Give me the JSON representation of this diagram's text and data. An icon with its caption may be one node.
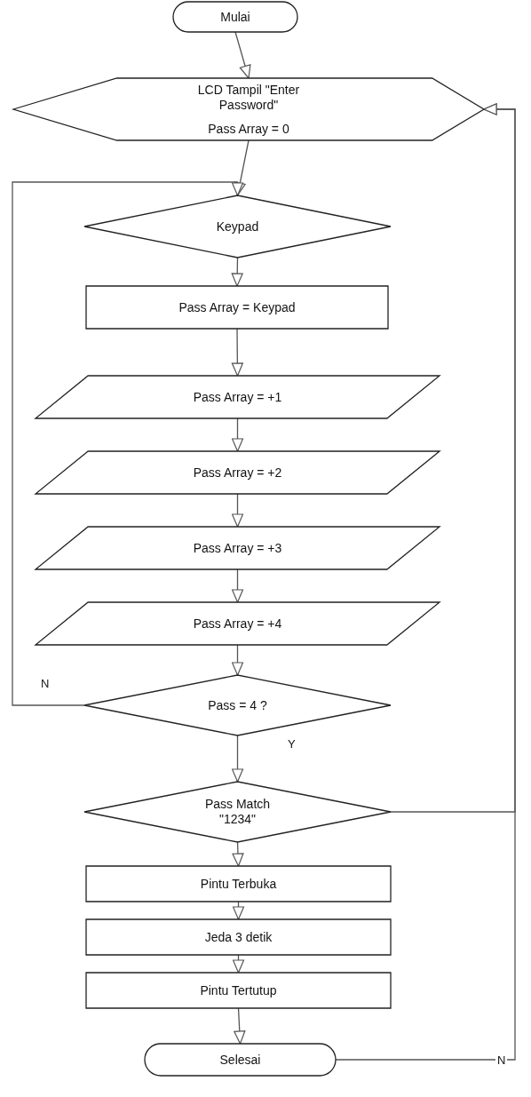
{
  "diagram": {
    "nodes": [
      {
        "text": [
          "Mulai"
        ]
      },
      {
        "text": [
          "LCD Tampil \"Enter Password\"",
          "Pass Array = 0"
        ]
      },
      {
        "text": [
          "Keypad"
        ]
      },
      {
        "text": [
          "Pass Array = Keypad"
        ]
      },
      {
        "text": [
          "Pass Array = +1"
        ]
      },
      {
        "text": [
          "Pass Array = +2"
        ]
      },
      {
        "text": [
          "Pass Array = +3"
        ]
      },
      {
        "text": [
          "Pass Array = +4"
        ]
      },
      {
        "text": [
          "Pass = 4 ?"
        ]
      },
      {
        "text": [
          "Pass Match \"1234\""
        ]
      },
      {
        "text": [
          "Pintu Terbuka"
        ]
      },
      {
        "text": [
          "Jeda 3 detik"
        ]
      },
      {
        "text": [
          "Pintu Tertutup"
        ]
      },
      {
        "text": [
          "Selesai"
        ]
      }
    ],
    "edges": [
      {
        "from": 0,
        "to": 1,
        "arrow": "to"
      },
      {
        "from": 1,
        "to": 2,
        "arrow": "to"
      },
      {
        "from": 2,
        "to": 3,
        "arrow": "to"
      },
      {
        "from": 3,
        "to": 4,
        "arrow": "to"
      },
      {
        "from": 4,
        "to": 5,
        "arrow": "to"
      },
      {
        "from": 5,
        "to": 6,
        "arrow": "to"
      },
      {
        "from": 6,
        "to": 7,
        "arrow": "to"
      },
      {
        "from": 7,
        "to": 8,
        "arrow": "to"
      },
      {
        "from": 8,
        "to": 2,
        "label": "N",
        "arrow": "to"
      },
      {
        "from": 8,
        "to": 9,
        "label": "Y",
        "arrow": "to"
      },
      {
        "from": 9,
        "to": 10,
        "arrow": "to"
      },
      {
        "from": 10,
        "to": 11,
        "arrow": "to"
      },
      {
        "from": 11,
        "to": 12,
        "arrow": "to"
      },
      {
        "from": 12,
        "to": 13,
        "arrow": "to"
      },
      {
        "from": 9,
        "to": 1,
        "arrow": "to"
      },
      {
        "from": 13,
        "to": 1,
        "label": "N",
        "arrow": "to"
      }
    ]
  }
}
